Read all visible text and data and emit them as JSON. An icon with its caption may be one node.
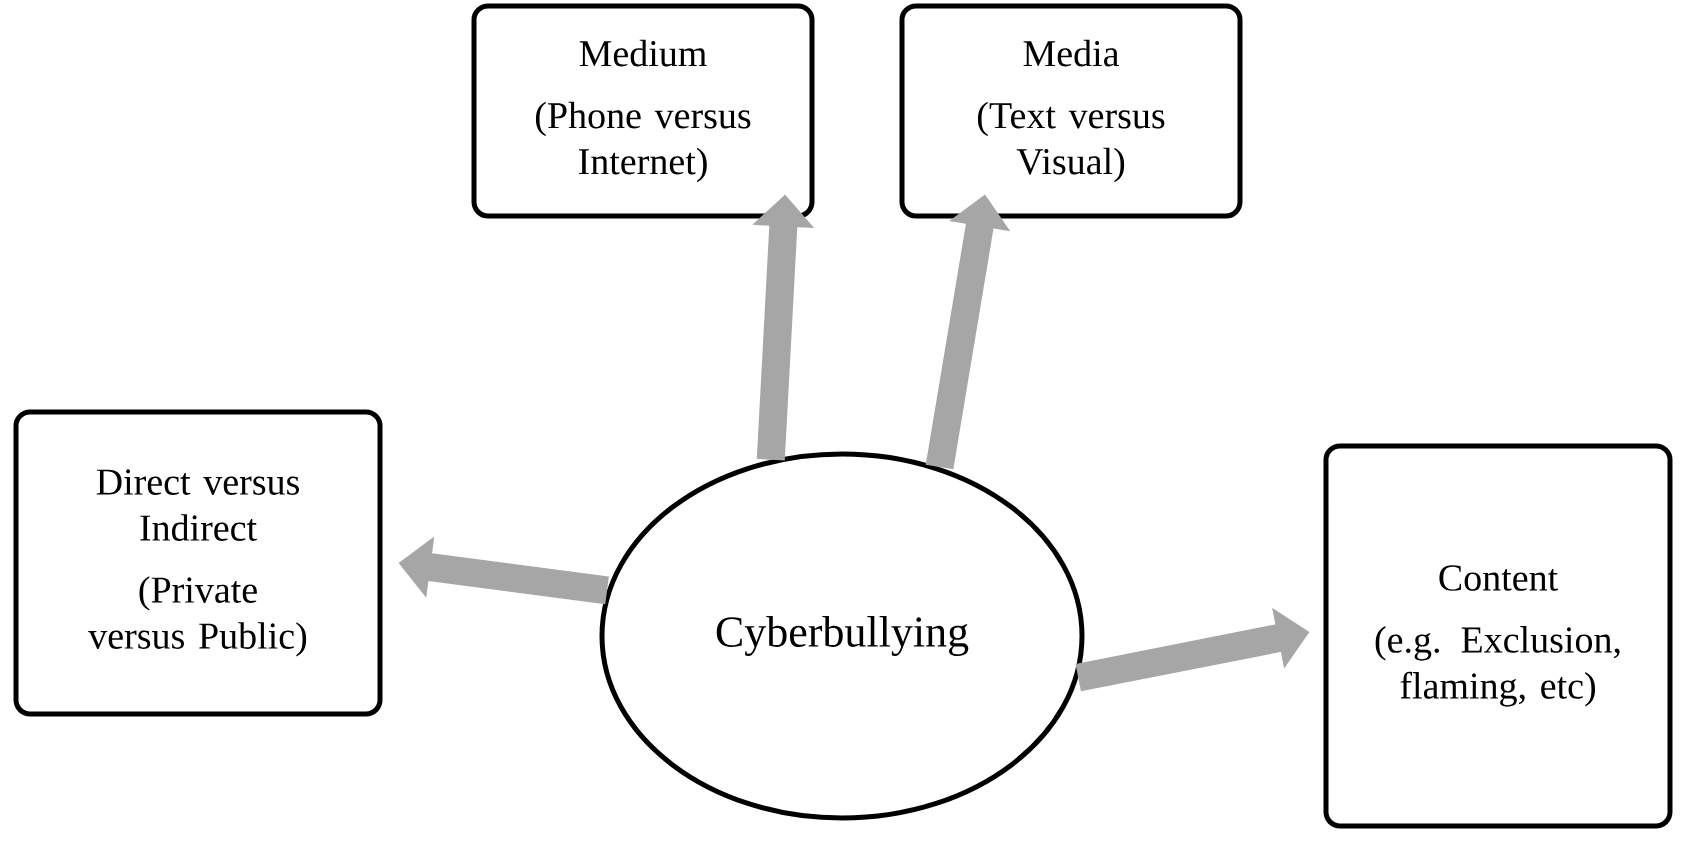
{
  "diagram": {
    "nodes": [
      {
        "text": [
          "Medium",
          "(Phone versus Internet)"
        ]
      },
      {
        "text": [
          "Media",
          "(Text versus Visual)"
        ]
      },
      {
        "text": [
          "Direct versus Indirect",
          "(Private versus Public)"
        ]
      },
      {
        "text": [
          "Cyberbullying"
        ]
      },
      {
        "text": [
          "Content",
          "(e.g. Exclusion, flaming, etc)"
        ]
      }
    ],
    "edges": [
      {
        "from": 3,
        "to": 0,
        "arrow": "to"
      },
      {
        "from": 3,
        "to": 1,
        "arrow": "to"
      },
      {
        "from": 3,
        "to": 2,
        "arrow": "to"
      },
      {
        "from": 3,
        "to": 4,
        "arrow": "to"
      }
    ]
  }
}
